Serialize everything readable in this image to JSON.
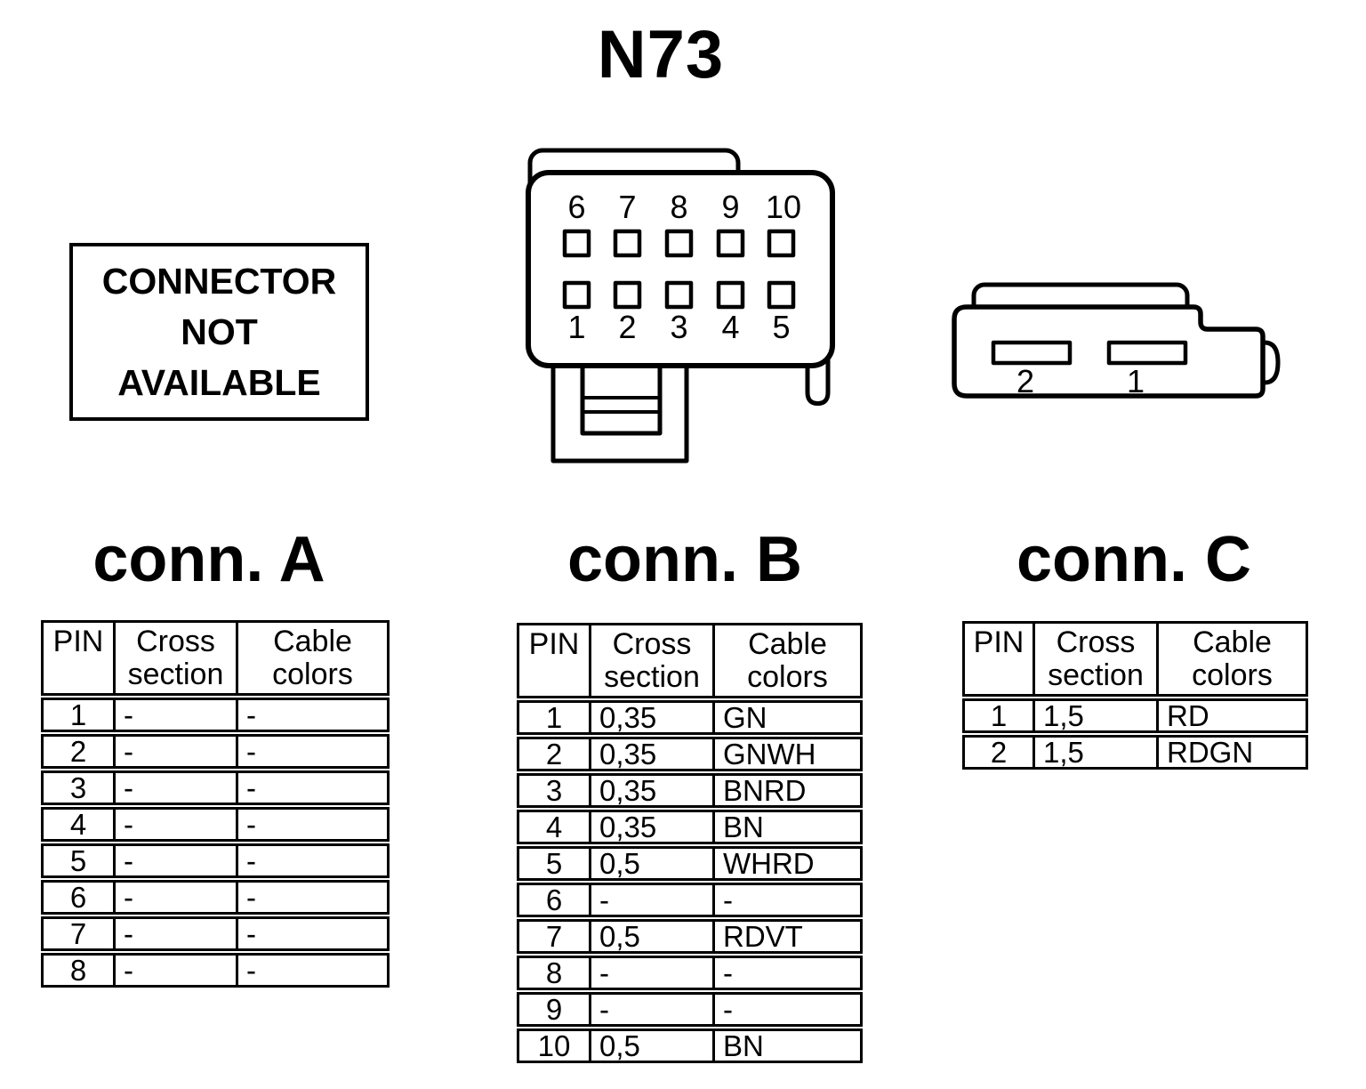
{
  "page_title": "N73",
  "colors": {
    "ink": "#000000",
    "paper": "#ffffff"
  },
  "not_available_box": {
    "line1": "CONNECTOR",
    "line2": "NOT",
    "line3": "AVAILABLE"
  },
  "connector_graphic_main": {
    "top_pin_labels": [
      "6",
      "7",
      "8",
      "9",
      "10"
    ],
    "bottom_pin_labels": [
      "1",
      "2",
      "3",
      "4",
      "5"
    ]
  },
  "connector_graphic_side": {
    "pin_labels": [
      "2",
      "1"
    ]
  },
  "tables": [
    {
      "title": "conn. A",
      "headers": [
        "PIN",
        "Cross section",
        "Cable colors"
      ],
      "rows": [
        [
          "1",
          "-",
          "-"
        ],
        [
          "2",
          "-",
          "-"
        ],
        [
          "3",
          "-",
          "-"
        ],
        [
          "4",
          "-",
          "-"
        ],
        [
          "5",
          "-",
          "-"
        ],
        [
          "6",
          "-",
          "-"
        ],
        [
          "7",
          "-",
          "-"
        ],
        [
          "8",
          "-",
          "-"
        ]
      ]
    },
    {
      "title": "conn. B",
      "headers": [
        "PIN",
        "Cross section",
        "Cable colors"
      ],
      "rows": [
        [
          "1",
          "0,35",
          "GN"
        ],
        [
          "2",
          "0,35",
          "GNWH"
        ],
        [
          "3",
          "0,35",
          "BNRD"
        ],
        [
          "4",
          "0,35",
          "BN"
        ],
        [
          "5",
          "0,5",
          "WHRD"
        ],
        [
          "6",
          "-",
          "-"
        ],
        [
          "7",
          "0,5",
          "RDVT"
        ],
        [
          "8",
          "-",
          "-"
        ],
        [
          "9",
          "-",
          "-"
        ],
        [
          "10",
          "0,5",
          "BN"
        ]
      ]
    },
    {
      "title": "conn. C",
      "headers": [
        "PIN",
        "Cross section",
        "Cable colors"
      ],
      "rows": [
        [
          "1",
          "1,5",
          "RD"
        ],
        [
          "2",
          "1,5",
          "RDGN"
        ]
      ]
    }
  ]
}
